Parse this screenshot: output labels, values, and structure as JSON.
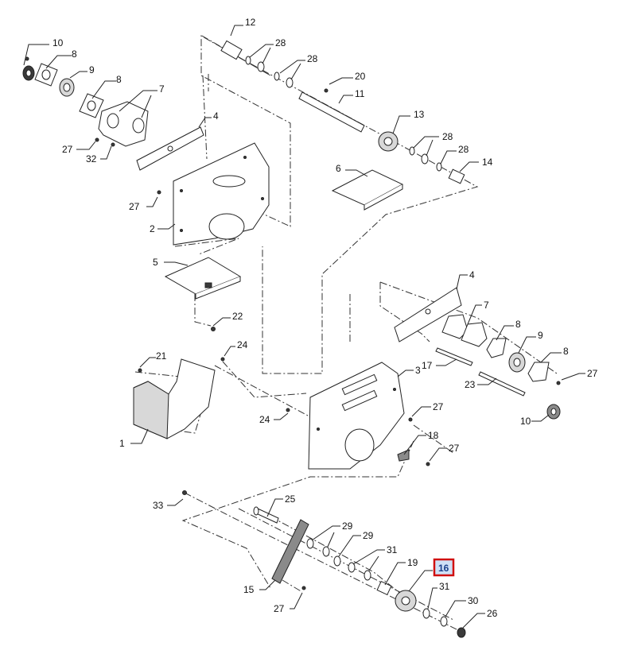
{
  "callouts": {
    "1": "1",
    "2": "2",
    "3": "3",
    "4": "4",
    "5": "5",
    "6": "6",
    "7": "7",
    "8": "8",
    "9": "9",
    "10": "10",
    "11": "11",
    "12": "12",
    "13": "13",
    "14": "14",
    "15": "15",
    "17": "17",
    "18": "18",
    "19": "19",
    "20": "20",
    "21": "21",
    "22": "22",
    "23": "23",
    "24": "24",
    "25": "25",
    "26": "26",
    "27": "27",
    "28": "28",
    "29": "29",
    "30": "30",
    "31": "31",
    "32": "32",
    "33": "33"
  },
  "highlight": {
    "label": "16",
    "border_color": "#d01010",
    "fill_color": "#cfe0f6"
  },
  "colors": {
    "line": "#222222",
    "background": "#ffffff"
  }
}
